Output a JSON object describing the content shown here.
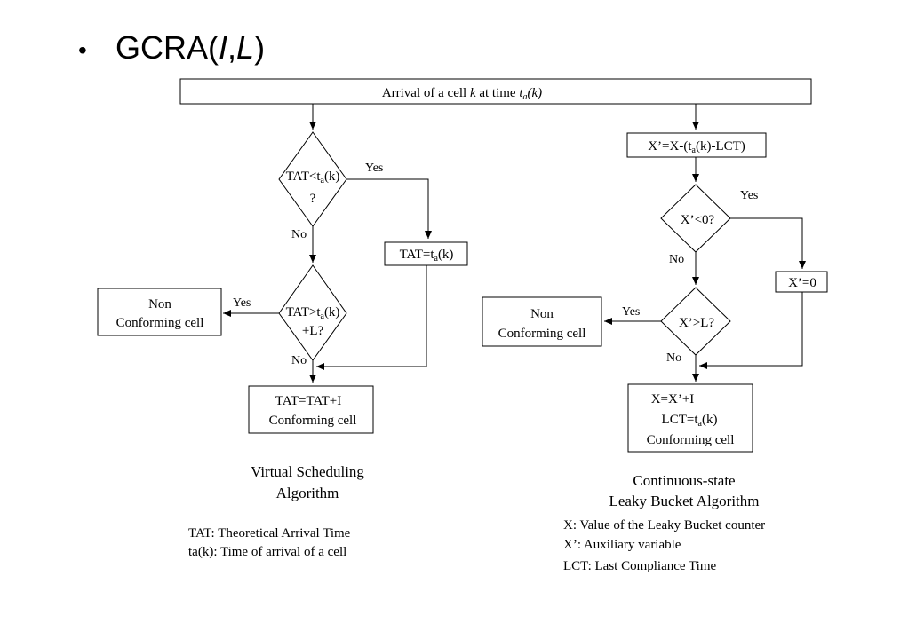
{
  "title": {
    "bullet": "•",
    "main": "GCRA(",
    "i": "I",
    "comma": ",",
    "l": "L",
    "close": ")"
  },
  "arrival": {
    "prefix": "Arrival of a cell ",
    "k": "k",
    "mid": " at time ",
    "t": "t",
    "sub": "a",
    "suffix": "(k)"
  },
  "vsa": {
    "dec1": {
      "l1a": "TAT<t",
      "l1sub": "a",
      "l1b": "(k)",
      "l2": "?"
    },
    "dec2": {
      "l1a": "TAT>t",
      "l1sub": "a",
      "l1b": "(k)",
      "l2": "+L?"
    },
    "box_set": {
      "a": "TAT=t",
      "sub": "a",
      "b": "(k)"
    },
    "box_non": {
      "l1": "Non",
      "l2": "Conforming cell"
    },
    "box_conf": {
      "l1": "TAT=TAT+I",
      "l2": "Conforming cell"
    },
    "yes1": "Yes",
    "no1": "No",
    "yes2": "Yes",
    "no2": "No",
    "label": {
      "l1": "Virtual Scheduling",
      "l2": "Algorithm"
    },
    "legend": [
      "TAT: Theoretical Arrival Time",
      "ta(k): Time of arrival of a cell"
    ]
  },
  "lba": {
    "box_x": {
      "a": "X’=X-(t",
      "sub": "a",
      "b": "(k)-LCT)"
    },
    "dec1": {
      "l1": "X’<0?"
    },
    "dec2": {
      "l1": "X’>L?"
    },
    "box_zero": "X’=0",
    "box_non": {
      "l1": "Non",
      "l2": "Conforming cell"
    },
    "box_conf": {
      "l1": "X=X’+I",
      "l2a": "LCT=t",
      "l2sub": "a",
      "l2b": "(k)",
      "l3": "Conforming cell"
    },
    "yes1": "Yes",
    "no1": "No",
    "yes2": "Yes",
    "no2": "No",
    "label": {
      "l1": "Continuous-state",
      "l2": "Leaky Bucket Algorithm"
    },
    "legend": [
      "X: Value of the Leaky Bucket counter",
      "X’: Auxiliary variable",
      "LCT: Last Compliance Time"
    ]
  }
}
